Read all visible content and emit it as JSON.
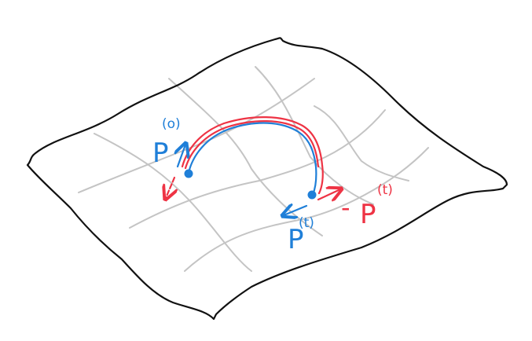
{
  "colors": {
    "outline": "#111111",
    "grid": "#c4c4c4",
    "blue": "#1f7fd8",
    "red": "#ee3344"
  },
  "labels": {
    "p0": {
      "base": "P",
      "sup": "(o)"
    },
    "pt": {
      "base": "P",
      "sup": "(t)"
    },
    "neg_pt": {
      "minus": "-",
      "base": "P",
      "sup": "(t)"
    }
  }
}
